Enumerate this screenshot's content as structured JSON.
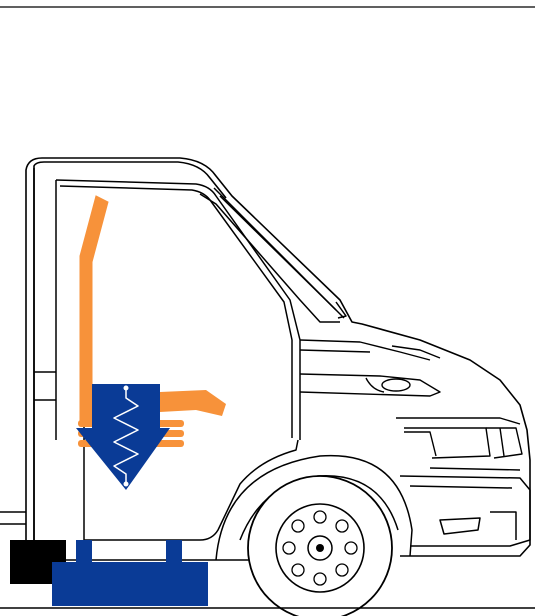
{
  "diagram": {
    "subject": "van-cab-side-view",
    "parts": [
      "top-rule",
      "cab-body",
      "windshield",
      "side-window",
      "door",
      "headlamp",
      "grille",
      "front-bumper",
      "front-wheel",
      "wheel-arch",
      "exhaust-pipe",
      "heater-outlet",
      "heater-coil",
      "spring-arrow",
      "heater-unit"
    ],
    "colors": {
      "outline": "#000000",
      "orange": "#f7923a",
      "blue": "#0a3b96",
      "white": "#ffffff",
      "black": "#000000"
    }
  }
}
